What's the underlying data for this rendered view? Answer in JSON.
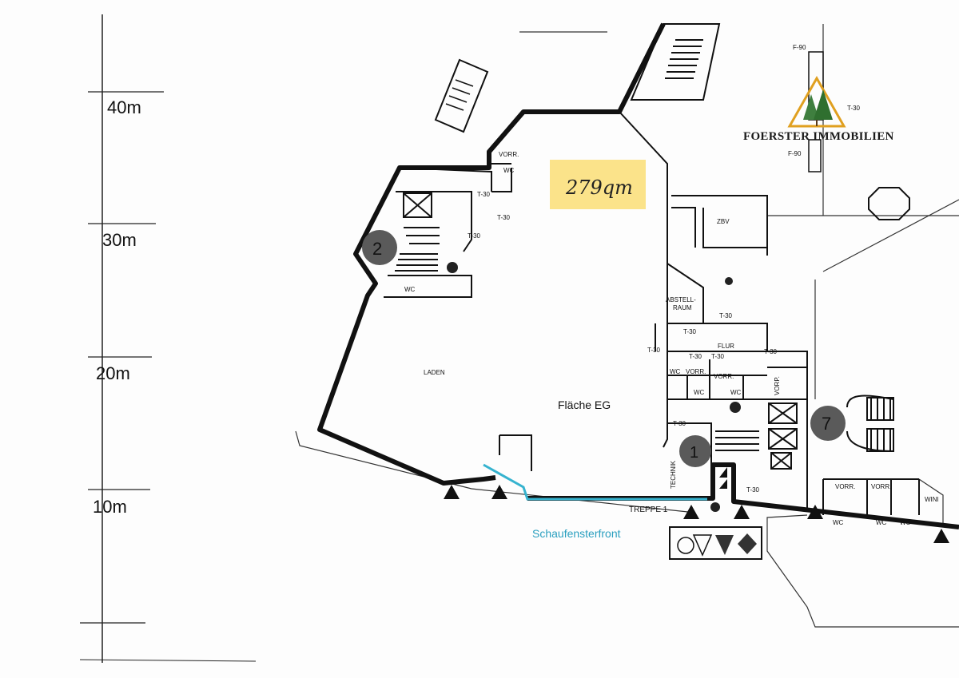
{
  "scale_labels": [
    "40m",
    "30m",
    "20m",
    "10m"
  ],
  "logo": {
    "name": "FOERSTER IMMOBILIEN",
    "icon": "tree-triangle-logo",
    "accent": "#e0a020"
  },
  "area_note": "279qm",
  "area_note_bg": "#fbe38a",
  "labels": {
    "area": "Fläche EG",
    "shop": "LADEN",
    "front": "Schaufensterfront",
    "stair": "TREPPE 1",
    "storage_1": "ABSTELL-",
    "storage_2": "RAUM",
    "hall": "FLUR",
    "tech": "TECHNIK",
    "zbv": "ZBV",
    "f90_top": "F-90",
    "f90_bottom": "F-90",
    "wini": "WINI"
  },
  "room_tags": {
    "vorr": "VORR.",
    "wc": "WC",
    "t30": "T-30",
    "vorp": "VORP."
  },
  "markers": [
    "2",
    "1",
    "7"
  ],
  "colors": {
    "wall": "#111111",
    "front_line": "#36b3cf",
    "marker": "#555555"
  }
}
